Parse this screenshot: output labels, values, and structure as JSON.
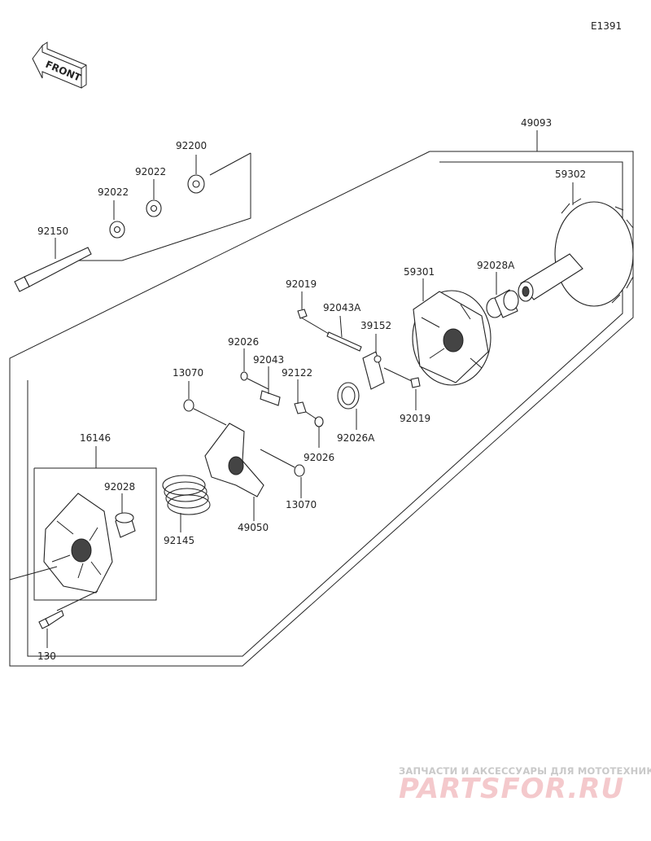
{
  "diagram_code": "E1391",
  "front_label": "FRONT",
  "parts": [
    {
      "id": "49093"
    },
    {
      "id": "59302"
    },
    {
      "id": "92200"
    },
    {
      "id": "92022"
    },
    {
      "id": "92022"
    },
    {
      "id": "92150"
    },
    {
      "id": "59301"
    },
    {
      "id": "92028A"
    },
    {
      "id": "92019"
    },
    {
      "id": "92043A"
    },
    {
      "id": "39152"
    },
    {
      "id": "92026"
    },
    {
      "id": "92043"
    },
    {
      "id": "92122"
    },
    {
      "id": "13070"
    },
    {
      "id": "92026A"
    },
    {
      "id": "92019"
    },
    {
      "id": "92026"
    },
    {
      "id": "16146"
    },
    {
      "id": "92028"
    },
    {
      "id": "49050"
    },
    {
      "id": "13070"
    },
    {
      "id": "92145"
    },
    {
      "id": "130"
    }
  ],
  "watermark": {
    "tagline": "ЗАПЧАСТИ И АКСЕССУАРЫ ДЛЯ МОТОТЕХНИКИ",
    "brand": "PARTSFOR.RU"
  }
}
